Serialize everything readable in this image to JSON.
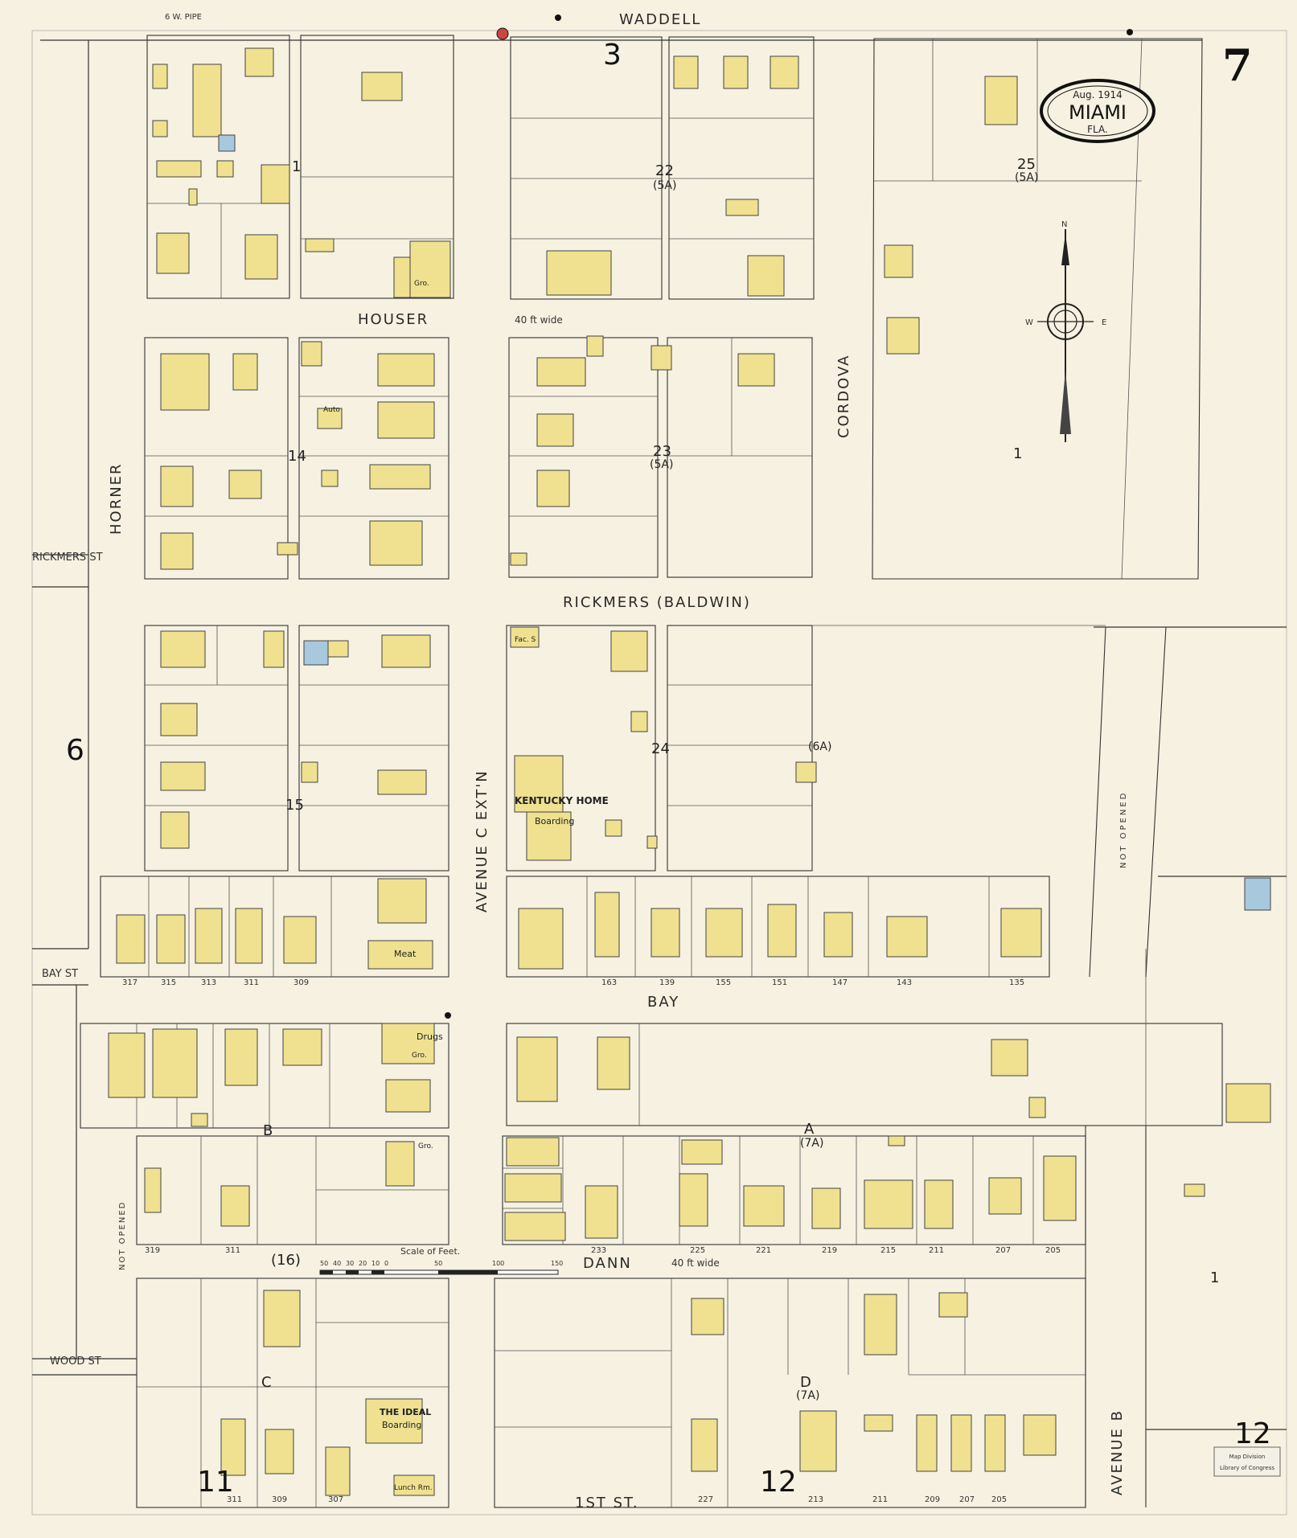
{
  "sheet": {
    "number": "7",
    "badge": {
      "date": "Aug. 1914",
      "city": "MIAMI",
      "state": "FLA."
    },
    "scale_label": "Scale of Feet.",
    "scale_ticks": [
      "50",
      "40",
      "30",
      "20",
      "10",
      "0",
      "50",
      "100",
      "150"
    ],
    "adjacent_sheets": {
      "west": "6",
      "south_left": "11",
      "south_mid": "12",
      "south_right": "12"
    },
    "stamp": {
      "line1": "Map Division",
      "line2": "Library of Congress"
    }
  },
  "streets": {
    "waddell": "WADDELL",
    "houser": "HOUSER",
    "houser_width": "40 ft wide",
    "rickmers": "RICKMERS (BALDWIN)",
    "bay": "BAY",
    "dann": "DANN",
    "dann_width": "40 ft wide",
    "first_st": "1ST ST.",
    "horner": "HORNER",
    "cordova": "CORDOVA",
    "avenue_c": "AVENUE C EXT'N",
    "avenue_b": "AVENUE B",
    "not_opened_1": "NOT OPENED",
    "not_opened_2": "NOT OPENED",
    "rickmers_st": "RICKMERS ST",
    "bay_st": "BAY ST",
    "wood_st": "WOOD ST",
    "gw_pipe": "6 W. PIPE"
  },
  "blocks": {
    "b3": "3",
    "b22": "22",
    "b22s": "(5A)",
    "b25": "25",
    "b25s": "(5A)",
    "b14": "14",
    "b23": "23",
    "b23s": "(5A)",
    "b15": "15",
    "b24": "24",
    "b6a": "(6A)",
    "bA": "A",
    "bA7": "(7A)",
    "bD": "D",
    "bD7": "(7A)",
    "b16": "(16)",
    "bB": "B",
    "bC": "C",
    "b1a": "1",
    "b1b": "1",
    "b1c": "1"
  },
  "labels": {
    "kentucky": "KENTUCKY HOME",
    "boarding": "Boarding",
    "ideal": "THE IDEAL",
    "ideal_b": "Boarding",
    "meat": "Meat",
    "drugs": "Drugs",
    "gro1": "Gro.",
    "gro2": "Gro.",
    "gro3": "Gro.",
    "lunch": "Lunch Rm.",
    "auto": "Auto",
    "fac": "Fac. S"
  },
  "addresses": {
    "a317": "317",
    "a315": "315",
    "a313": "313",
    "a311": "311",
    "a309": "309",
    "a163": "163",
    "a139": "139",
    "a155": "155",
    "a151": "151",
    "a147": "147",
    "a143": "143",
    "a135": "135",
    "a319": "319",
    "a311b": "311",
    "a233": "233",
    "a225": "225",
    "a221": "221",
    "a219": "219",
    "a215": "215",
    "a211": "211",
    "a207": "207",
    "a205": "205",
    "a311c": "311",
    "a309c": "309",
    "a307c": "307",
    "a227": "227",
    "a213": "213",
    "a211c": "211",
    "a209": "209",
    "a207c": "207",
    "a205c": "205"
  },
  "compass": {
    "n": "N",
    "e": "E",
    "w": "W"
  }
}
